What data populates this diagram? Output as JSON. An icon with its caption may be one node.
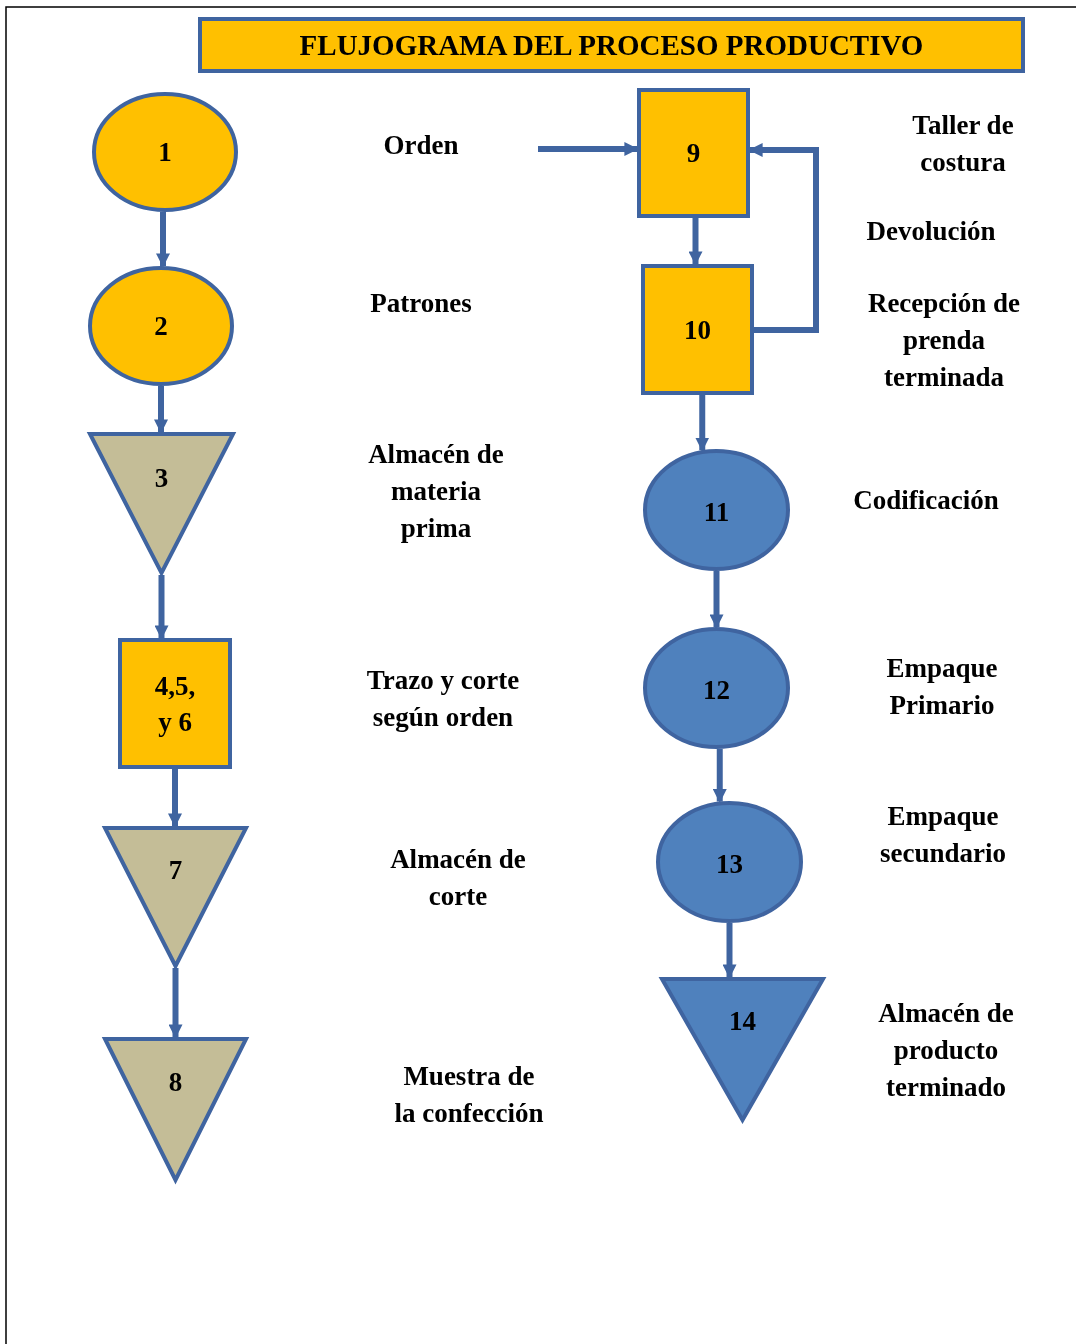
{
  "diagram": {
    "title": "FLUJOGRAMA DEL PROCESO PRODUCTIVO",
    "nodes": [
      {
        "text": [
          "1"
        ]
      },
      {
        "text": [
          "2"
        ]
      },
      {
        "text": [
          "3"
        ]
      },
      {
        "text": [
          "4,5, y 6"
        ]
      },
      {
        "text": [
          "7"
        ]
      },
      {
        "text": [
          "8"
        ]
      },
      {
        "text": [
          "9"
        ]
      },
      {
        "text": [
          "10"
        ]
      },
      {
        "text": [
          "11"
        ]
      },
      {
        "text": [
          "12"
        ]
      },
      {
        "text": [
          "13"
        ]
      },
      {
        "text": [
          "14"
        ]
      }
    ],
    "edges": [
      {
        "from": 0,
        "to": 1,
        "arrow": "to"
      },
      {
        "from": 1,
        "to": 2,
        "arrow": "to"
      },
      {
        "from": 2,
        "to": 3,
        "arrow": "to"
      },
      {
        "from": 3,
        "to": 4,
        "arrow": "to"
      },
      {
        "from": 4,
        "to": 5,
        "arrow": "to"
      },
      {
        "from": null,
        "to": 6,
        "arrow": "to"
      },
      {
        "from": 6,
        "to": 7,
        "arrow": "to"
      },
      {
        "from": 7,
        "to": 6,
        "arrow": "to",
        "label": "Devolución"
      },
      {
        "from": 7,
        "to": 8,
        "arrow": "to"
      },
      {
        "from": 8,
        "to": 9,
        "arrow": "to"
      },
      {
        "from": 9,
        "to": 10,
        "arrow": "to"
      },
      {
        "from": 10,
        "to": 11,
        "arrow": "to"
      }
    ],
    "labels": [
      "Orden",
      "Taller de costura",
      "Patrones",
      "Recepción de prenda terminada",
      "Almacén de materia prima",
      "Codificación",
      "Trazo y corte según orden",
      "Empaque Primario",
      "Empaque secundario",
      "Almacén de corte",
      "Almacén de producto terminado",
      "Muestra de la confección"
    ]
  }
}
